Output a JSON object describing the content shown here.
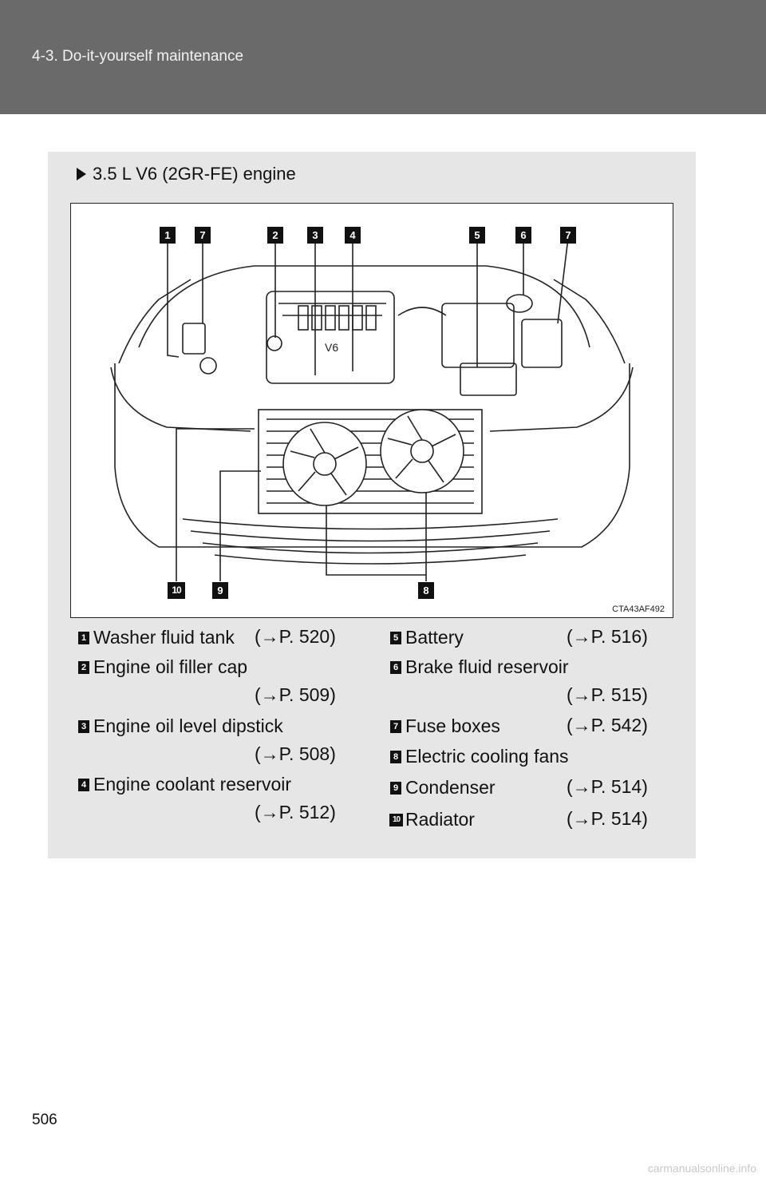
{
  "header": {
    "title": "4-3. Do-it-yourself maintenance"
  },
  "engine": {
    "heading": "3.5 L V6 (2GR-FE) engine"
  },
  "figure": {
    "code": "CTA43AF492",
    "callouts_top": [
      "1",
      "7",
      "2",
      "3",
      "4",
      "5",
      "6",
      "7"
    ],
    "callouts_bottom": [
      "10",
      "9",
      "8"
    ]
  },
  "legend": [
    {
      "num": "1",
      "label": "Washer fluid tank",
      "ref": "(→P. 520)"
    },
    {
      "num": "2",
      "label": "Engine oil filler cap",
      "ref": "(→P. 509)"
    },
    {
      "num": "3",
      "label": "Engine oil level dipstick",
      "ref": "(→P. 508)"
    },
    {
      "num": "4",
      "label": "Engine coolant reservoir",
      "ref": "(→P. 512)"
    },
    {
      "num": "5",
      "label": "Battery",
      "ref": "(→P. 516)"
    },
    {
      "num": "6",
      "label": "Brake fluid reservoir",
      "ref": "(→P. 515)"
    },
    {
      "num": "7",
      "label": "Fuse boxes",
      "ref": "(→P. 542)"
    },
    {
      "num": "8",
      "label": "Electric cooling fans",
      "ref": ""
    },
    {
      "num": "9",
      "label": "Condenser",
      "ref": "(→P. 514)"
    },
    {
      "num": "10",
      "label": "Radiator",
      "ref": "(→P. 514)"
    }
  ],
  "page": {
    "number": "506"
  },
  "watermark": "carmanualsonline.info"
}
